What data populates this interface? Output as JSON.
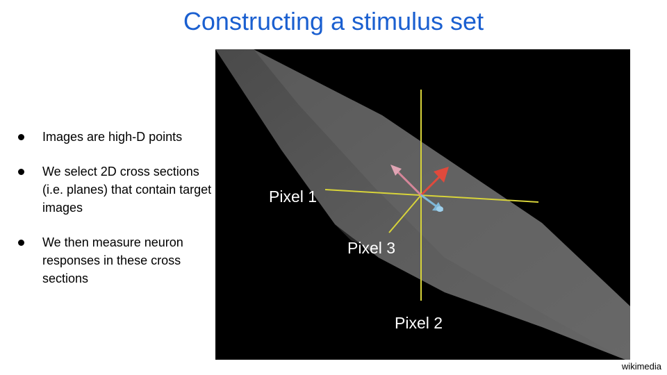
{
  "slide": {
    "title": "Constructing a stimulus set",
    "credit": "wikimedia"
  },
  "bullets": [
    "Images are high-D points",
    "We select 2D cross sections (i.e. planes) that contain target images",
    "We then measure neuron responses in these cross sections"
  ],
  "figure": {
    "axis_labels": {
      "pixel1": "Pixel 1",
      "pixel2": "Pixel 2",
      "pixel3": "Pixel 3"
    },
    "colors": {
      "background": "#000000",
      "plane": "#5a5a5a",
      "axis": "#d8d43a",
      "arrow_red": "#e04a3c",
      "arrow_pink": "#d6869a",
      "arrow_blue": "#7fb8d8"
    }
  }
}
